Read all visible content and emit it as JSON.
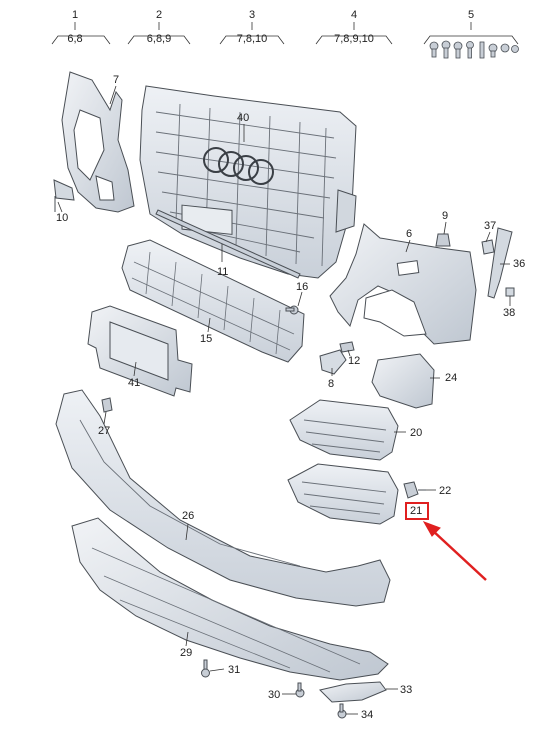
{
  "diagram": {
    "header_groups": [
      {
        "number": "1",
        "refs": "6,8"
      },
      {
        "number": "2",
        "refs": "6,8,9"
      },
      {
        "number": "3",
        "refs": "7,8,10"
      },
      {
        "number": "4",
        "refs": "7,8,9,10"
      },
      {
        "number": "5",
        "refs": ""
      }
    ],
    "callouts": {
      "c40": "40",
      "c7": "7",
      "c10": "10",
      "c11": "11",
      "c9": "9",
      "c37": "37",
      "c6": "6",
      "c36": "36",
      "c38": "38",
      "c16": "16",
      "c15": "15",
      "c41": "41",
      "c12": "12",
      "c8": "8",
      "c24": "24",
      "c27": "27",
      "c20": "20",
      "c22": "22",
      "c21": "21",
      "c26": "26",
      "c29": "29",
      "c31": "31",
      "c30": "30",
      "c33": "33",
      "c34": "34"
    },
    "highlight": {
      "part": "21",
      "color": "#e02020"
    },
    "colors": {
      "part_fill": "#dde3ea",
      "part_stroke": "#4a4f55",
      "leader": "#333333"
    }
  }
}
